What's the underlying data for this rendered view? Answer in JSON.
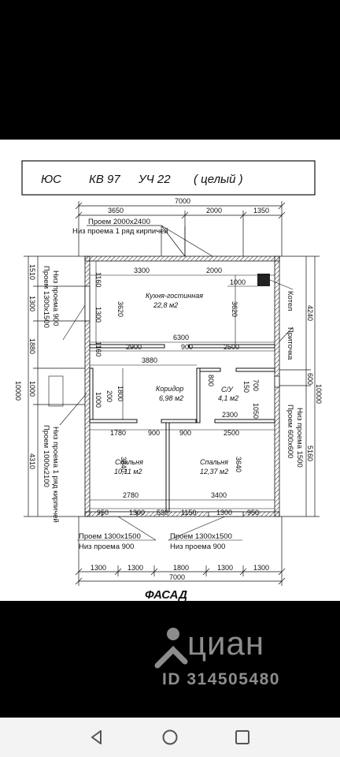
{
  "title": {
    "left": "ЮС",
    "middle": "КВ 97",
    "right": "УЧ 22",
    "paren": "( целый )"
  },
  "top_dims": {
    "total": "7000",
    "seg1": "3650",
    "seg2": "2000",
    "seg3": "1350"
  },
  "top_opening": {
    "line1": "Проем 2000х2400",
    "line2": "Низ проема 1 ряд кирпичей"
  },
  "left_opening_top": {
    "line1": "Проем 1300х1500",
    "line2": "Низ проема 900"
  },
  "left_opening_bottom": {
    "line1": "Проем 1000х2100",
    "line2": "Низ проема 1 ряд кирпичей"
  },
  "right_labels": {
    "boiler": "Котел",
    "vent": "Приточка",
    "opening_line1": "Проем 600х600",
    "opening_line2": "Низ проема 1500"
  },
  "rooms": {
    "kitchen_name": "Кухня-гостинная",
    "kitchen_area": "22,8 м2",
    "corridor_name": "Коридор",
    "corridor_area": "6,98 м2",
    "bath_name": "С/У",
    "bath_area": "4,1 м2",
    "bed1_name": "Спальня",
    "bed1_area": "10,11 м2",
    "bed2_name": "Спальня",
    "bed2_area": "12,37 м2"
  },
  "inner_dims": {
    "k_top_left": "3300",
    "k_top_right": "2000",
    "k_right_small": "1000",
    "k_left_v": "3620",
    "k_right_v": "3620",
    "k_width": "6300",
    "k_bot1": "2900",
    "k_bot2": "900",
    "k_bot3": "2500",
    "c_top": "3880",
    "c_left_v": "1800",
    "c_small_a": "200",
    "c_small_b": "1000",
    "c_bot1": "1780",
    "c_bot2": "900",
    "c_bot3": "900",
    "c_bot4": "2500",
    "b_v1": "800",
    "b_v2": "150",
    "b_v3": "700",
    "b_v4": "1050",
    "b_width": "2300",
    "s_left_v": "3640",
    "s_right_v": "3640",
    "s_w1": "2780",
    "s_w2": "3400",
    "w_left_a": "1160",
    "w_left_b": "1300",
    "w_left_c": "1160",
    "w_bot1": "950",
    "w_bot2": "1300",
    "w_bot3": "530",
    "w_bot4": "1150",
    "w_bot5": "1300",
    "w_bot6": "950"
  },
  "left_dims": {
    "d1": "1510",
    "d2": "1300",
    "d3": "1880",
    "d4": "1000",
    "d5": "4310",
    "total": "10000"
  },
  "right_dims": {
    "d1": "4240",
    "d2": "600",
    "d3": "5160",
    "total": "10000"
  },
  "bottom_openings": {
    "left_line1": "Проем 1300х1500",
    "left_line2": "Низ проема 900",
    "right_line1": "Проем 1300х1500",
    "right_line2": "Низ проема 900"
  },
  "bottom_dims": {
    "seg1": "1300",
    "seg2": "1300",
    "seg3": "1800",
    "seg4": "1300",
    "seg5": "1300",
    "total": "7000"
  },
  "facade": "ФАСАД",
  "watermark": {
    "logo": "циан",
    "id": "ID 314505480"
  },
  "nav": {
    "back_icon": "triangle-back-icon",
    "home_icon": "circle-home-icon",
    "recent_icon": "square-recent-icon",
    "bar_color": "#f3f3f3"
  }
}
